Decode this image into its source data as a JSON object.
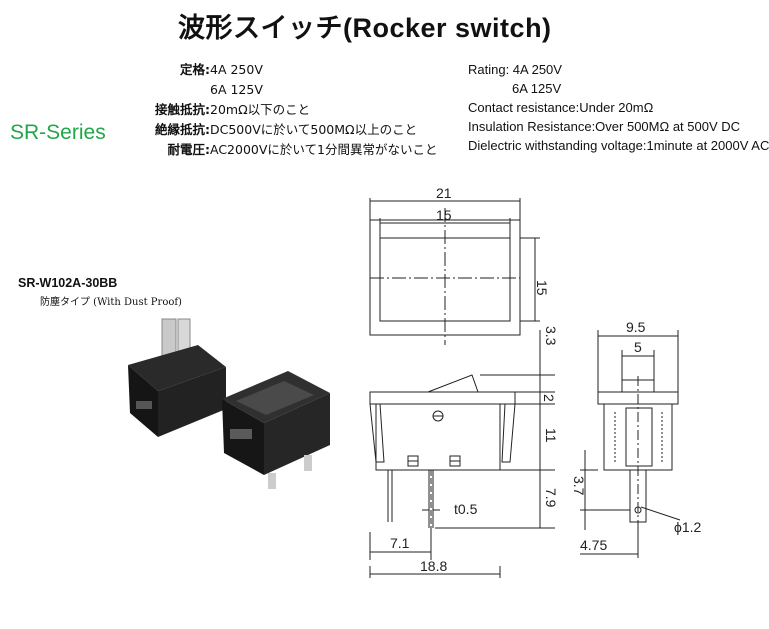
{
  "title": "波形スイッチ(Rocker switch)",
  "series": "SR-Series",
  "spec_jp": [
    {
      "label": "定格:",
      "value": "4A 250V"
    },
    {
      "label": "",
      "value": "6A 125V"
    },
    {
      "label": "接触抵抗:",
      "value": "20mΩ以下のこと"
    },
    {
      "label": "絶縁抵抗:",
      "value": "DC500Vに於いて500MΩ以上のこと"
    },
    {
      "label": "耐電圧:",
      "value": "AC2000Vに於いて1分間異常がないこと"
    }
  ],
  "spec_en": [
    "Rating: 4A 250V",
    "6A 125V",
    "Contact resistance:Under 20mΩ",
    "Insulation Resistance:Over 500MΩ at 500V DC",
    "Dielectric withstanding voltage:1minute at 2000V AC"
  ],
  "model": {
    "code": "SR-W102A-30BB",
    "note": "防塵タイプ (With Dust Proof)"
  },
  "dims": {
    "top_w_outer": "21",
    "top_w_inner": "15",
    "top_h": "15",
    "h_rocker": "3.3",
    "h_body_top": "2",
    "h_body": "11",
    "h_pin": "7.9",
    "t_pin": "t0.5",
    "pin_pitch": "7.1",
    "bottom_w": "18.8",
    "side_w_outer": "9.5",
    "side_w_inner": "5",
    "side_h_pin": "3.7",
    "hole_d": "ϕ1.2",
    "pin_w": "4.75"
  }
}
